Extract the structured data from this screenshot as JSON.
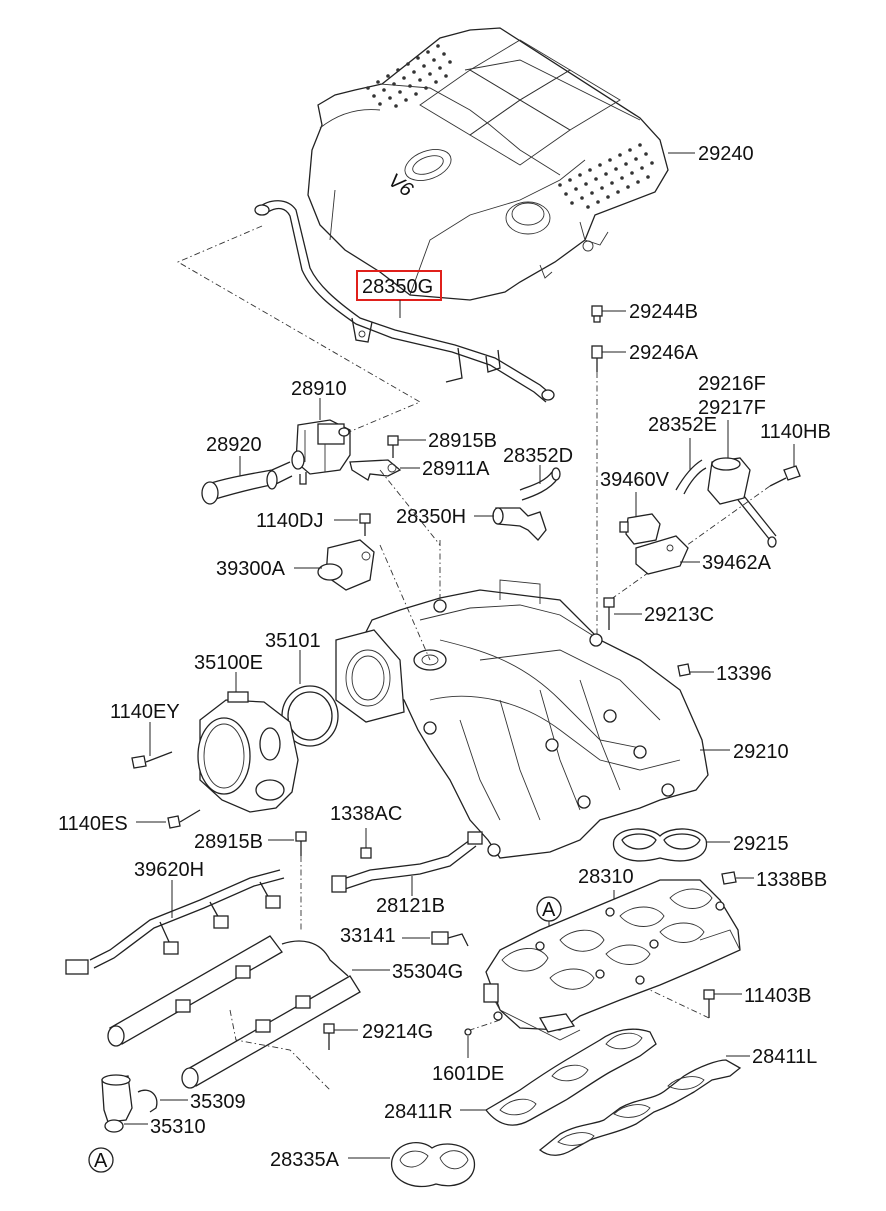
{
  "diagram": {
    "highlighted_part": "28350G",
    "callouts": {
      "c29240": "29240",
      "c28350G": "28350G",
      "c29244B": "29244B",
      "c29246A": "29246A",
      "c28910": "28910",
      "c29216F": "29216F",
      "c29217F": "29217F",
      "c28920": "28920",
      "c28915B_top": "28915B",
      "c28352E": "28352E",
      "c1140HB": "1140HB",
      "c28911A": "28911A",
      "c28352D": "28352D",
      "c39460V": "39460V",
      "c1140DJ": "1140DJ",
      "c28350H": "28350H",
      "c39300A": "39300A",
      "c39462A": "39462A",
      "c29213C": "29213C",
      "c35101": "35101",
      "c35100E": "35100E",
      "c13396": "13396",
      "c1140EY": "1140EY",
      "c29210": "29210",
      "c1140ES": "1140ES",
      "c1338AC": "1338AC",
      "c29215": "29215",
      "c28915B_low": "28915B",
      "c39620H": "39620H",
      "c28310": "28310",
      "c1338BB": "1338BB",
      "c28121B": "28121B",
      "c33141": "33141",
      "c35304G": "35304G",
      "c11403B": "11403B",
      "c29214G": "29214G",
      "c1601DE": "1601DE",
      "c28411L": "28411L",
      "c35309": "35309",
      "c28411R": "28411R",
      "c35310": "35310",
      "c28335A": "28335A"
    },
    "markers": {
      "a_upper": "A",
      "a_lower": "A"
    },
    "emblem": "V6"
  }
}
